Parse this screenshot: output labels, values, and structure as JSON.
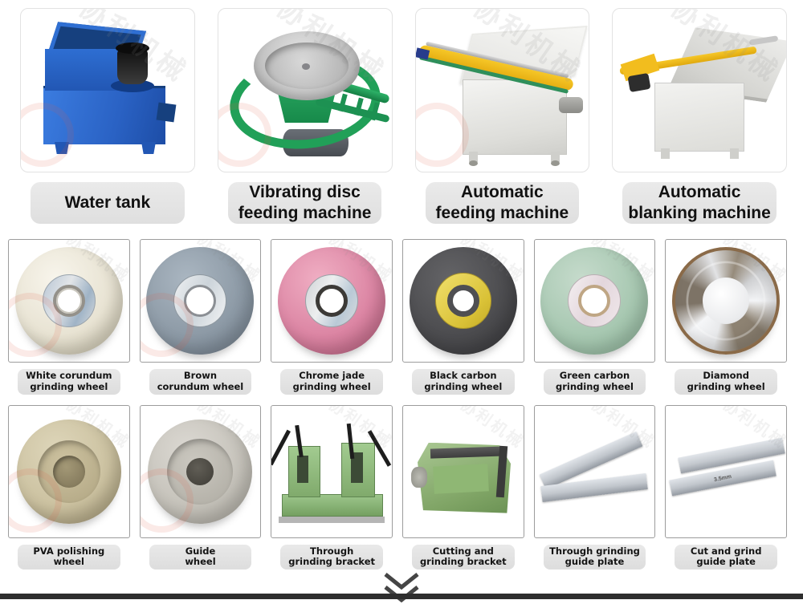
{
  "watermark": {
    "text": "协利机械"
  },
  "machines": {
    "items": [
      {
        "label": "Water tank"
      },
      {
        "label": "Vibrating disc\nfeeding machine"
      },
      {
        "label": "Automatic\nfeeding machine"
      },
      {
        "label": "Automatic\nblanking machine"
      }
    ]
  },
  "wheels": {
    "items": [
      {
        "label": "White corundum\ngrinding wheel"
      },
      {
        "label": "Brown\ncorundum wheel"
      },
      {
        "label": "Chrome jade\ngrinding wheel"
      },
      {
        "label": "Black carbon\ngrinding wheel"
      },
      {
        "label": "Green carbon\ngrinding wheel"
      },
      {
        "label": "Diamond\ngrinding wheel"
      }
    ]
  },
  "accessories": {
    "items": [
      {
        "label": "PVA polishing\nwheel"
      },
      {
        "label": "Guide\nwheel"
      },
      {
        "label": "Through\ngrinding bracket"
      },
      {
        "label": "Cutting and\ngrinding bracket"
      },
      {
        "label": "Through grinding\nguide plate"
      },
      {
        "label": "Cut and grind\nguide plate"
      }
    ]
  },
  "plates": {
    "marking": "3.5mm"
  },
  "colors": {
    "label_pill_bg": "#e4e4e4",
    "divider_bar": "#2e2e2e",
    "text": "#1a1a1a",
    "machine_yellow": "#f2bd1e",
    "machine_green": "#21a058",
    "tank_blue": "#2a62c4"
  }
}
